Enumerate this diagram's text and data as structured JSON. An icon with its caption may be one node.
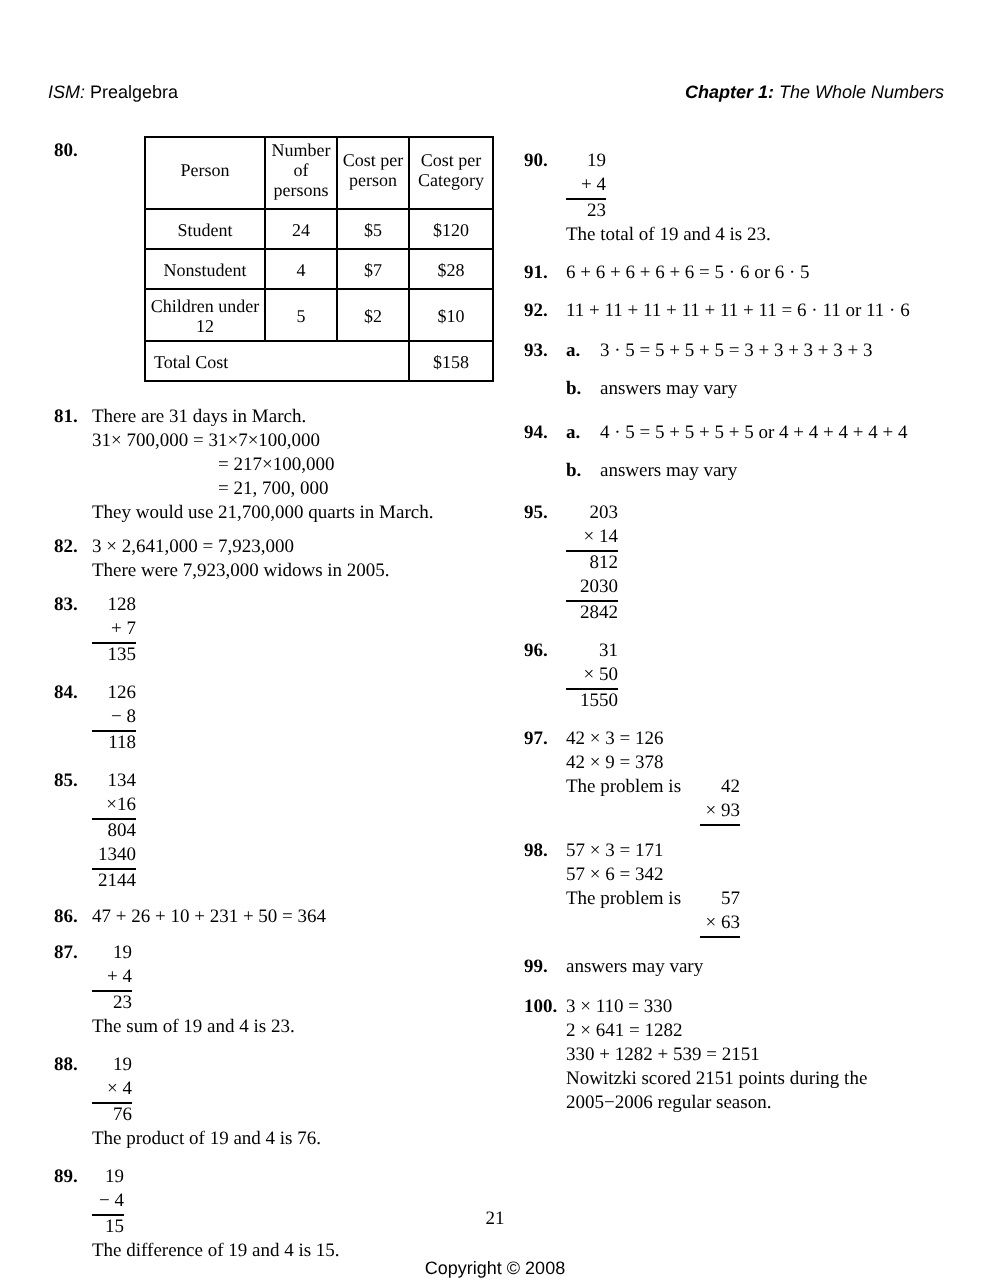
{
  "diagram": {
    "labels": [
      "*ISM:* Prealgebra",
      "**Chapter 1:** The Whole Numbers",
      "80.",
      "Person",
      "Number of persons",
      "Cost per person",
      "Cost per Category",
      "Student",
      "24",
      "$5",
      "$120",
      "Nonstudent",
      "4",
      "$7",
      "$28",
      "Children under 12",
      "5",
      "$2",
      "$10",
      "Total Cost",
      "$158",
      "81.",
      "There are 31 days in March.",
      "31× 700,000 = 31×7×100,000",
      "= 217×100,000",
      "= 21, 700, 000",
      "They would use 21,700,000 quarts in March.",
      "82.",
      "3 × 2,641,000 = 7,923,000",
      "There were 7,923,000 widows in 2005.",
      "83.",
      "128",
      "+ 7",
      "135",
      "84.",
      "126",
      "− 8",
      "118",
      "85.",
      "134",
      "×16",
      "804",
      "1340",
      "2144",
      "86.",
      "47 + 26 + 10 + 231 + 50 = 364",
      "87.",
      "19",
      "+ 4",
      "23",
      "The sum of 19 and 4 is 23.",
      "88.",
      "19",
      "× 4",
      "76",
      "The product of 19 and 4 is 76.",
      "89.",
      "19",
      "− 4",
      "15",
      "The difference of 19 and 4 is 15.",
      "90.",
      "19",
      "+ 4",
      "23",
      "The total of 19 and 4 is 23.",
      "91.",
      "6 + 6 + 6 + 6 + 6 = 5 · 6 or 6 · 5",
      "92.",
      "11 + 11 + 11 + 11 + 11 + 11 = 6 · 11 or 11 · 6",
      "93.",
      "a.",
      "3 · 5 = 5 + 5 + 5 = 3 + 3 + 3 + 3 + 3",
      "b.",
      "answers may vary",
      "94.",
      "a.",
      "4 · 5 = 5 + 5 + 5 + 5 or 4 + 4 + 4 + 4 + 4",
      "b.",
      "answers may vary",
      "95.",
      "203",
      "× 14",
      "812",
      "2030",
      "2842",
      "96.",
      "31",
      "× 50",
      "1550",
      "97.",
      "42 × 3 = 126",
      "42 × 9 = 378",
      "The problem is",
      "42",
      "× 93",
      "98.",
      "57 × 3 = 171",
      "57 × 6 = 342",
      "The problem is",
      "57",
      "× 63",
      "99.",
      "answers may vary",
      "100.",
      "3 × 110 = 330",
      "2 × 641 = 1282",
      "330 + 1282 + 539 = 2151",
      "Nowitzki scored 2151 points during the 2005−2006 regular season.",
      "21",
      "Copyright © 2008"
    ]
  }
}
